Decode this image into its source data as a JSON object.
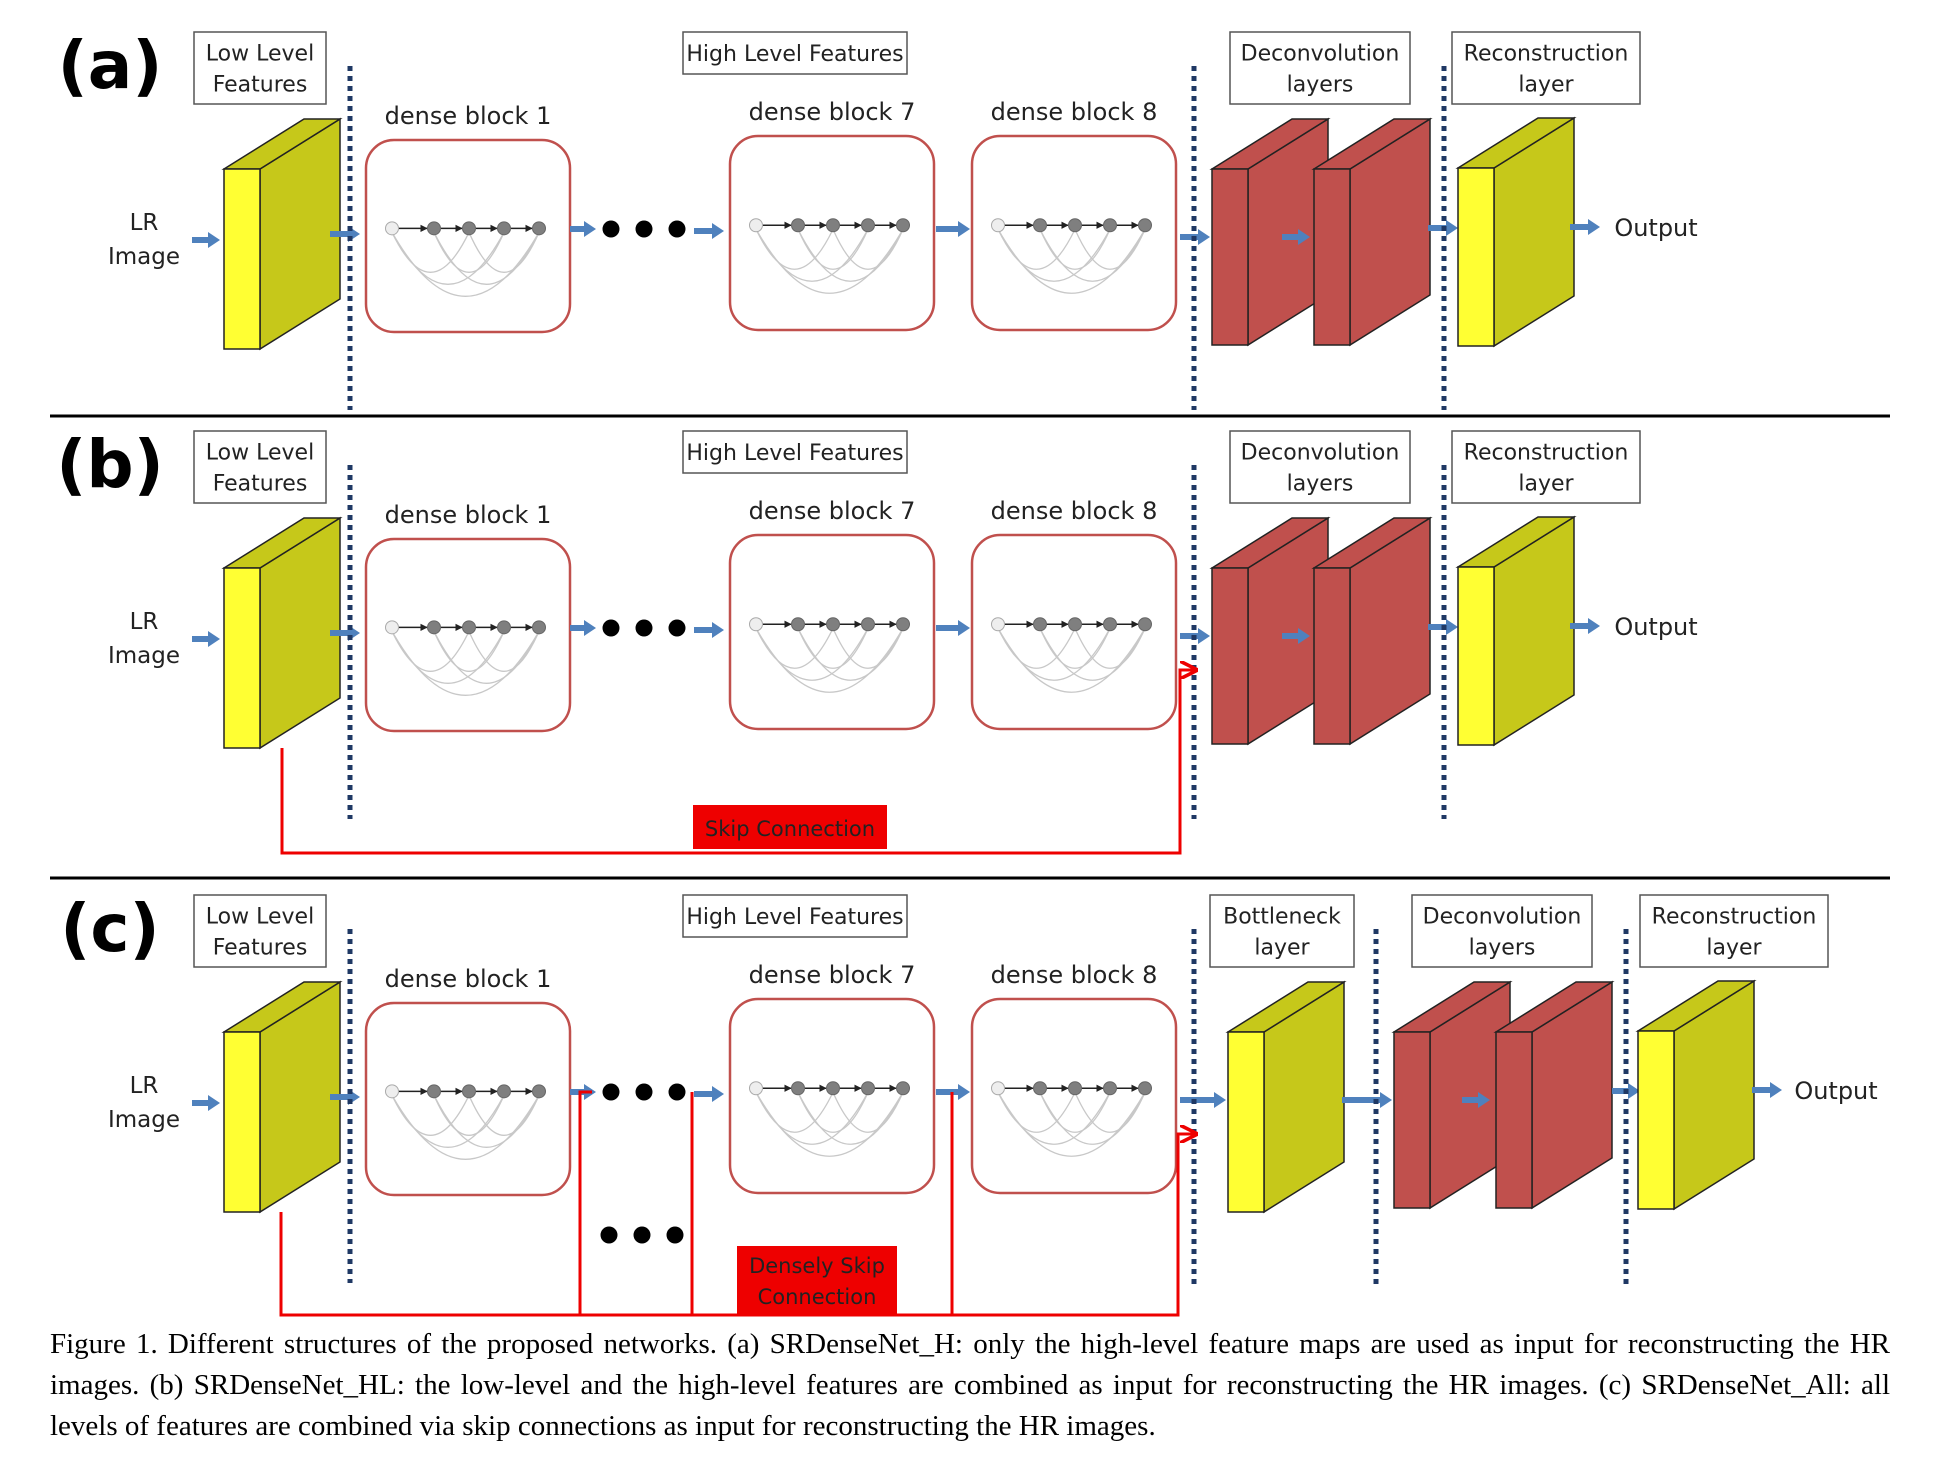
{
  "panels": [
    {
      "tag": "(a)",
      "labels": {
        "low_level": [
          "Low Level",
          "Features"
        ],
        "high_level": "High Level Features",
        "deconv": [
          "Deconvolution",
          "layers"
        ],
        "recon": [
          "Reconstruction",
          "layer"
        ],
        "input": [
          "LR",
          "Image"
        ],
        "output": "Output",
        "block1": "dense block 1",
        "block7": "dense block 7",
        "block8": "dense block 8"
      }
    },
    {
      "tag": "(b)",
      "labels": {
        "low_level": [
          "Low Level",
          "Features"
        ],
        "high_level": "High Level Features",
        "deconv": [
          "Deconvolution",
          "layers"
        ],
        "recon": [
          "Reconstruction",
          "layer"
        ],
        "input": [
          "LR",
          "Image"
        ],
        "output": "Output",
        "block1": "dense block 1",
        "block7": "dense block 7",
        "block8": "dense block 8",
        "skip": [
          "Skip Connection"
        ]
      }
    },
    {
      "tag": "(c)",
      "labels": {
        "low_level": [
          "Low Level",
          "Features"
        ],
        "high_level": "High Level Features",
        "bottleneck": [
          "Bottleneck",
          "layer"
        ],
        "deconv": [
          "Deconvolution",
          "layers"
        ],
        "recon": [
          "Reconstruction",
          "layer"
        ],
        "input": [
          "LR",
          "Image"
        ],
        "output": "Output",
        "block1": "dense block 1",
        "block7": "dense block 7",
        "block8": "dense block 8",
        "skip": [
          "Densely Skip",
          "Connection"
        ]
      }
    }
  ],
  "caption": "Figure 1. Different structures of the proposed networks. (a) SRDenseNet_H: only the high-level feature maps are used as input for reconstructing the HR images. (b) SRDenseNet_HL: the low-level and the high-level features are combined as input for reconstructing the HR images. (c) SRDenseNet_All: all levels of features are combined via skip connections as input for reconstructing the HR images.",
  "colors": {
    "yellow_front": "#ffff33",
    "yellow_side": "#c6c81a",
    "red": "#c0504d",
    "block_border": "#c0504d",
    "arrow_blue": "#4f81bd",
    "divider_dots": "#1f3864",
    "skip_red": "#ee0000"
  }
}
